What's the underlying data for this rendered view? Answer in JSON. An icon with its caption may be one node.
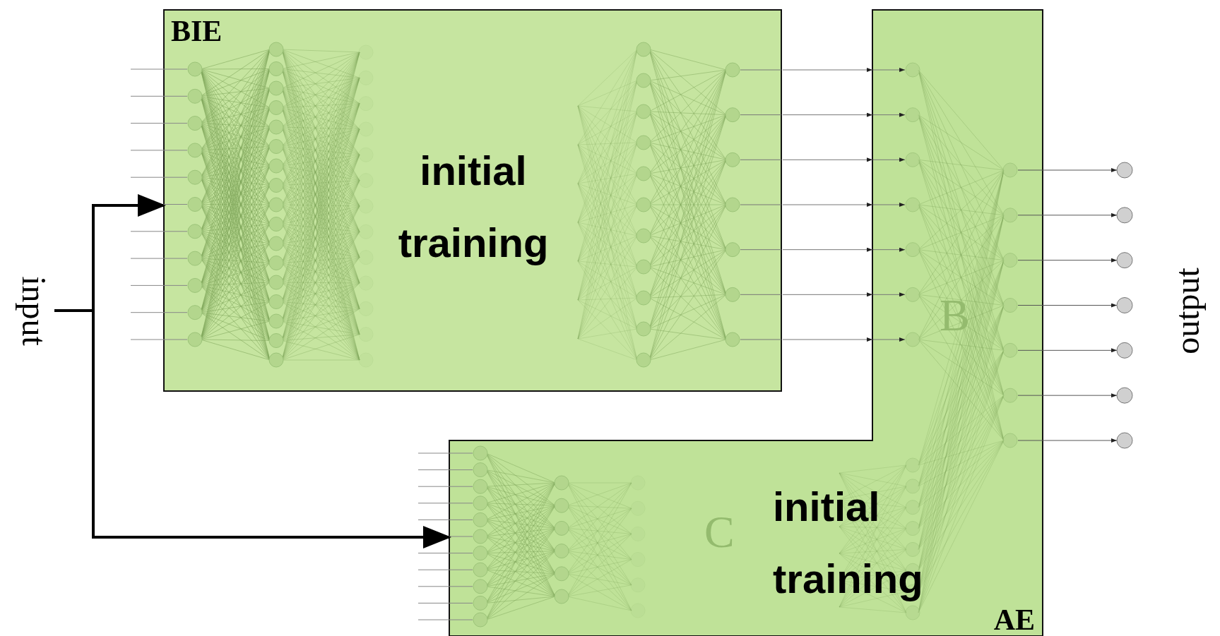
{
  "diagram": {
    "nodes": [
      {
        "text": [
          "input"
        ]
      },
      {
        "text": [
          "BIE",
          "initial training"
        ]
      },
      {
        "text": [
          "initial training",
          "AE"
        ]
      },
      {
        "text": [
          "output"
        ]
      }
    ],
    "edges": [
      {
        "from": 0,
        "to": 1,
        "arrow": "to",
        "style": "thick",
        "color": "#000000"
      },
      {
        "from": 0,
        "to": 2,
        "arrow": "to",
        "style": "thick",
        "color": "#000000"
      },
      {
        "from": 1,
        "to": 2,
        "arrow": "to"
      },
      {
        "from": 1,
        "to": 2,
        "arrow": "to"
      },
      {
        "from": 1,
        "to": 2,
        "arrow": "to"
      },
      {
        "from": 1,
        "to": 2,
        "arrow": "to"
      },
      {
        "from": 1,
        "to": 2,
        "arrow": "to"
      },
      {
        "from": 1,
        "to": 2,
        "arrow": "to"
      },
      {
        "from": 1,
        "to": 2,
        "arrow": "to"
      }
    ],
    "labels": [
      "B",
      "C"
    ]
  }
}
